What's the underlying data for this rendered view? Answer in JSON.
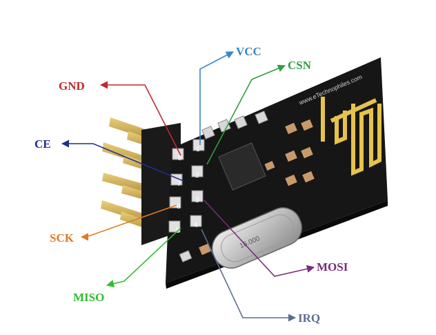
{
  "watermark": "www.eTechnophiles.com",
  "crystal_marking": "16.000",
  "colors": {
    "pcb": "#161616",
    "antenna": "#e6c34a",
    "gold_pin": "#c9a44a",
    "pin_label": "#ffffff"
  },
  "pins": [
    {
      "number": "1",
      "name": "VCC",
      "color": "#3a86c6"
    },
    {
      "number": "2",
      "name": "CSN",
      "color": "#2f9e3f"
    },
    {
      "number": "3",
      "name": "MOSI",
      "color": "#7a2a7a"
    },
    {
      "number": "4",
      "name": "IRQ",
      "color": "#5a6e8e"
    },
    {
      "number": "5",
      "name": "MISO",
      "color": "#2fbf2f"
    },
    {
      "number": "6",
      "name": "SCK",
      "color": "#e07b22"
    },
    {
      "number": "7",
      "name": "CE",
      "color": "#1f2f8f"
    },
    {
      "number": "8",
      "name": "GND",
      "color": "#c0282b"
    }
  ]
}
